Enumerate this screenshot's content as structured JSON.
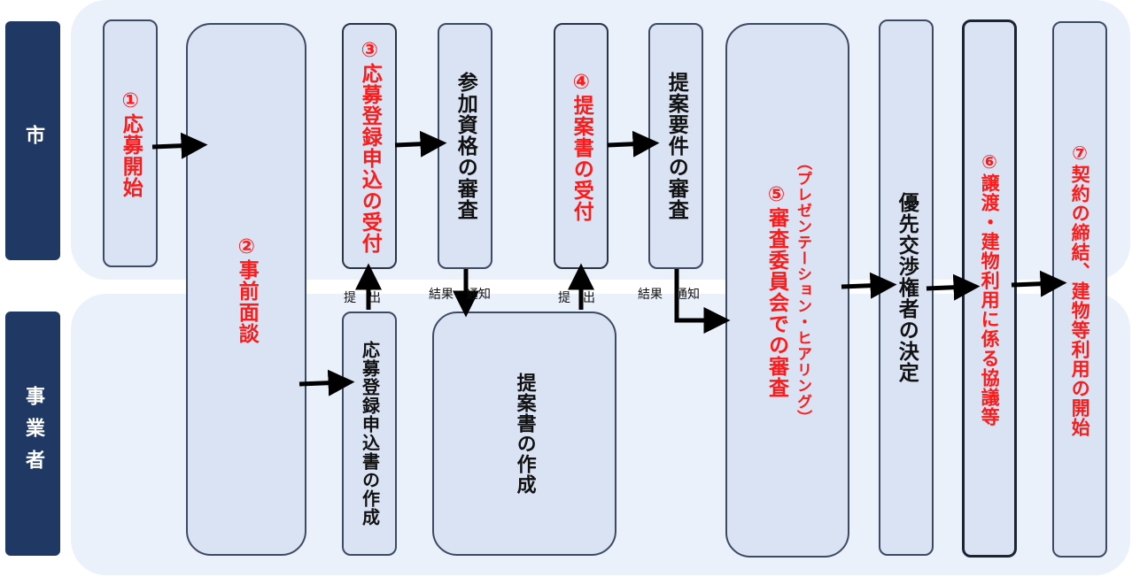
{
  "lanes": {
    "city": "市",
    "business": "事業者"
  },
  "steps": {
    "s1": "①応募開始",
    "s2": "②事前面談",
    "s3": "③応募登録申込の受付",
    "s3b": "参加資格の審査",
    "s4": "④提案書の受付",
    "s4b": "提案要件の審査",
    "s5_sub": "（プレゼンテーション・ヒアリング）",
    "s5": "⑤審査委員会での審査",
    "s5b": "優先交渉権者の決定",
    "s6": "⑥譲渡・建物利用に係る協議等",
    "s7": "⑦契約の締結、建物等利用の開始",
    "biz1": "応募登録申込書の作成",
    "biz2": "提案書の作成"
  },
  "labels": {
    "submit1": "提　出",
    "notify1": "結果　通知",
    "submit2": "提　出",
    "notify2": "結果　通知"
  },
  "colors": {
    "lane_label": "#1f3864",
    "accent_red": "#ff1a1a",
    "box_fill": "#dae3f3"
  }
}
